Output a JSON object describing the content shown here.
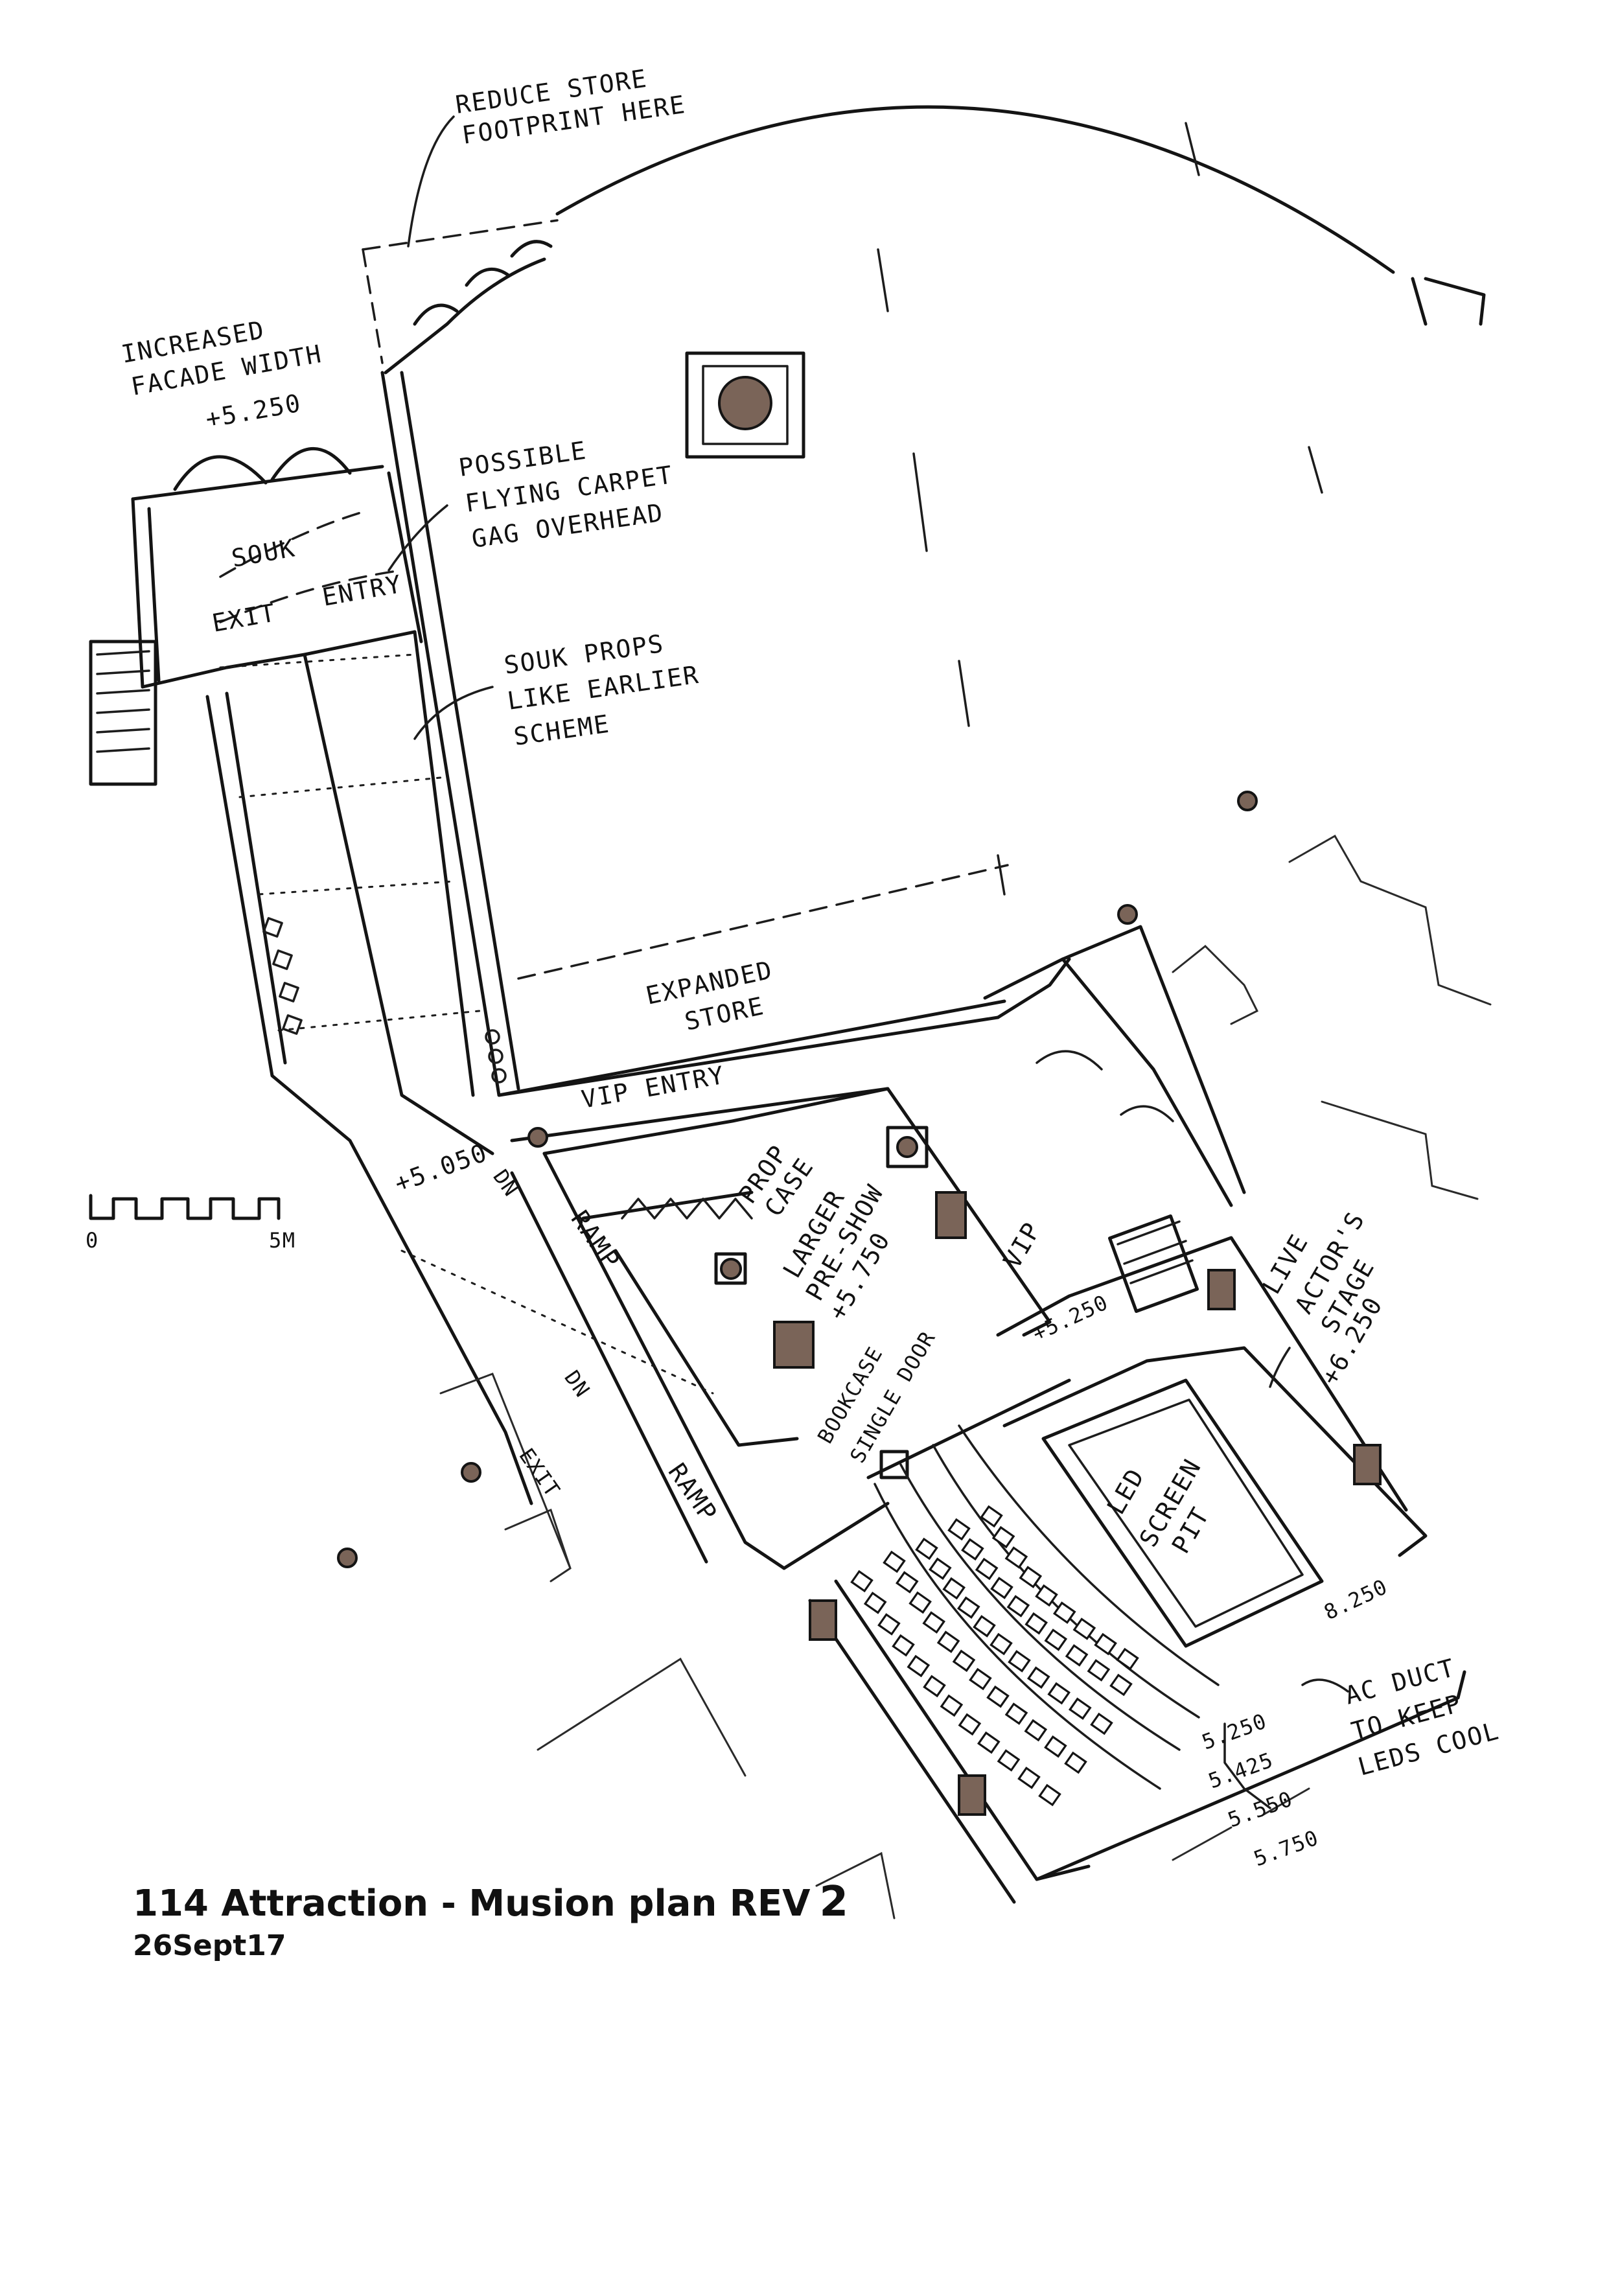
{
  "title": {
    "main": "114 Attraction - Musion plan REV",
    "rev": "2",
    "date": "26Sept17"
  },
  "notes": {
    "reduce_store_1": "REDUCE STORE",
    "reduce_store_2": "FOOTPRINT HERE",
    "facade_1": "INCREASED",
    "facade_2": "FACADE WIDTH",
    "facade_3": "+5.250",
    "carpet_1": "POSSIBLE",
    "carpet_2": "FLYING CARPET",
    "carpet_3": "GAG OVERHEAD",
    "souk_props_1": "SOUK PROPS",
    "souk_props_2": "LIKE EARLIER",
    "souk_props_3": "SCHEME",
    "expanded_1": "EXPANDED",
    "expanded_2": "STORE",
    "actor_1": "LIVE",
    "actor_2": "ACTOR'S",
    "actor_3": "STAGE",
    "actor_4": "+6.250",
    "ac_1": "AC DUCT",
    "ac_2": "TO KEEP",
    "ac_3": "LEDS COOL"
  },
  "rooms": {
    "souk": "SOUK",
    "exit_top": "EXIT",
    "entry": "ENTRY",
    "vip_entry": "VIP ENTRY",
    "prop_1": "PROP",
    "prop_2": "CASE",
    "preshow_1": "LARGER",
    "preshow_2": "PRE-SHOW",
    "preshow_3": "+5.750",
    "vip": "VIP",
    "ramp_upper": "RAMP",
    "ramp_lower": "RAMP",
    "dn_upper": "DN",
    "dn_lower": "DN",
    "exit_lower": "EXIT",
    "bookcase_1": "BOOKCASE",
    "bookcase_2": "SINGLE DOOR",
    "led_1": "LED",
    "led_2": "SCREEN",
    "led_3": "PIT"
  },
  "levels": {
    "corridor": "+5.050",
    "vip_landing": "+5.250",
    "pit_edge": "8.250",
    "tier_1": "5.250",
    "tier_2": "5.425",
    "tier_3": "5.550",
    "tier_4": "5.750"
  },
  "scale": {
    "start": "0",
    "end": "5M"
  },
  "colors": {
    "ink": "#141414",
    "column_fill": "#7a6458",
    "paper": "#ffffff"
  }
}
